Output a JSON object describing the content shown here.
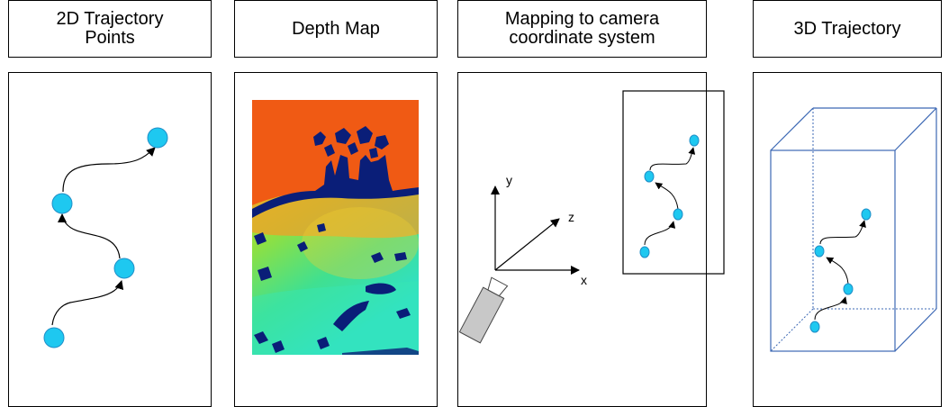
{
  "panels": [
    {
      "title": "2D Trajectory\nPoints"
    },
    {
      "title": "Depth Map"
    },
    {
      "title": "Mapping to camera\ncoordinate system"
    },
    {
      "title": "3D Trajectory"
    }
  ],
  "axes": {
    "x": "x",
    "y": "y",
    "z": "z"
  },
  "colors": {
    "point_fill": "#1ec8f0",
    "point_stroke": "#1e8fc8",
    "box_edge": "#3c68b4",
    "camera_fill": "#c8c8c8",
    "depth_far": "#f05a14",
    "depth_dark": "#0a1e78"
  }
}
